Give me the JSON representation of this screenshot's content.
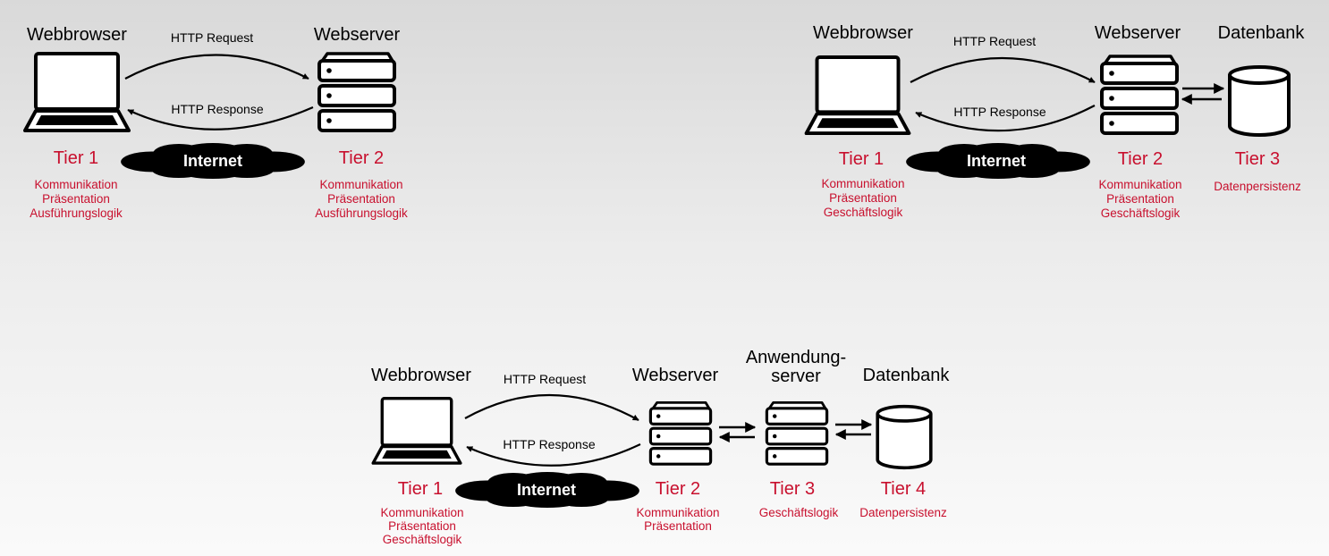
{
  "diagram_1": {
    "client": {
      "title": "Webbrowser",
      "tier": "Tier 1",
      "roles": [
        "Kommunikation",
        "Präsentation",
        "Ausführungslogik"
      ]
    },
    "webserver": {
      "title": "Webserver",
      "tier": "Tier 2",
      "roles": [
        "Kommunikation",
        "Präsentation",
        "Ausführungslogik"
      ]
    },
    "request": "HTTP Request",
    "response": "HTTP Response",
    "network": "Internet"
  },
  "diagram_2": {
    "client": {
      "title": "Webbrowser",
      "tier": "Tier 1",
      "roles": [
        "Kommunikation",
        "Präsentation",
        "Geschäftslogik"
      ]
    },
    "webserver": {
      "title": "Webserver",
      "tier": "Tier 2",
      "roles": [
        "Kommunikation",
        "Präsentation",
        "Geschäftslogik"
      ]
    },
    "database": {
      "title": "Datenbank",
      "tier": "Tier 3",
      "roles": [
        "Datenpersistenz"
      ]
    },
    "request": "HTTP Request",
    "response": "HTTP Response",
    "network": "Internet"
  },
  "diagram_3": {
    "client": {
      "title": "Webbrowser",
      "tier": "Tier 1",
      "roles": [
        "Kommunikation",
        "Präsentation",
        "Geschäftslogik"
      ]
    },
    "webserver": {
      "title": "Webserver",
      "tier": "Tier 2",
      "roles": [
        "Kommunikation",
        "Präsentation"
      ]
    },
    "appserver": {
      "title_line1": "Anwendung-",
      "title_line2": "server",
      "tier": "Tier 3",
      "roles": [
        "Geschäftslogik"
      ]
    },
    "database": {
      "title": "Datenbank",
      "tier": "Tier 4",
      "roles": [
        "Datenpersistenz"
      ]
    },
    "request": "HTTP Request",
    "response": "HTTP Response",
    "network": "Internet"
  },
  "colors": {
    "tier_text": "#c8102e",
    "outline": "#000000",
    "cloud": "#000000"
  },
  "icons": [
    "laptop-icon",
    "server-icon",
    "database-icon",
    "cloud-icon"
  ]
}
